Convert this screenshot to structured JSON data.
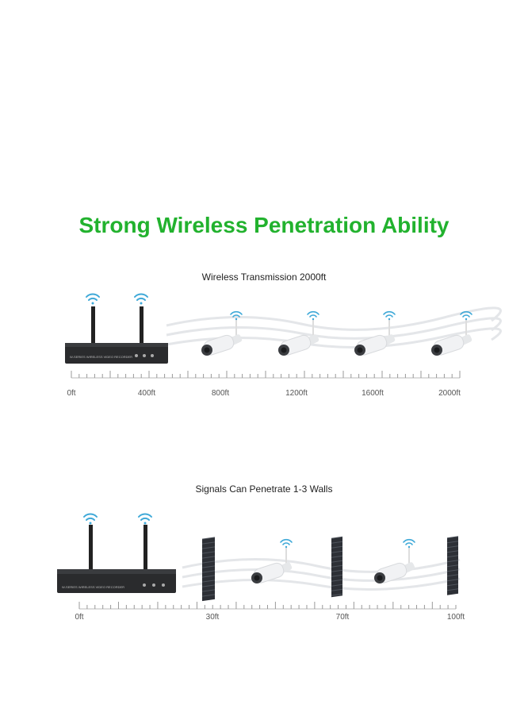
{
  "headline": "Strong Wireless Penetration Ability",
  "headline_color": "#22b22e",
  "section1": {
    "caption": "Wireless Transmission 2000ft",
    "scale_labels": [
      "0ft",
      "400ft",
      "800ft",
      "1200ft",
      "1600ft",
      "2000ft"
    ],
    "device_label": "W-SERIES WIRELESS VIDEO RECORDER",
    "camera_count": 4
  },
  "section2": {
    "caption": "Signals Can Penetrate 1-3 Walls",
    "scale_labels": [
      "0ft",
      "30ft",
      "70ft",
      "100ft"
    ],
    "device_label": "W-SERIES WIRELESS VIDEO RECORDER",
    "camera_count": 2,
    "wall_count": 3
  },
  "icons": [
    "wifi-icon",
    "nvr-icon",
    "camera-icon",
    "wall-icon"
  ],
  "colors": {
    "accent": "#22b22e",
    "wifi": "#3fa9d8",
    "device": "#2a2b2d"
  }
}
